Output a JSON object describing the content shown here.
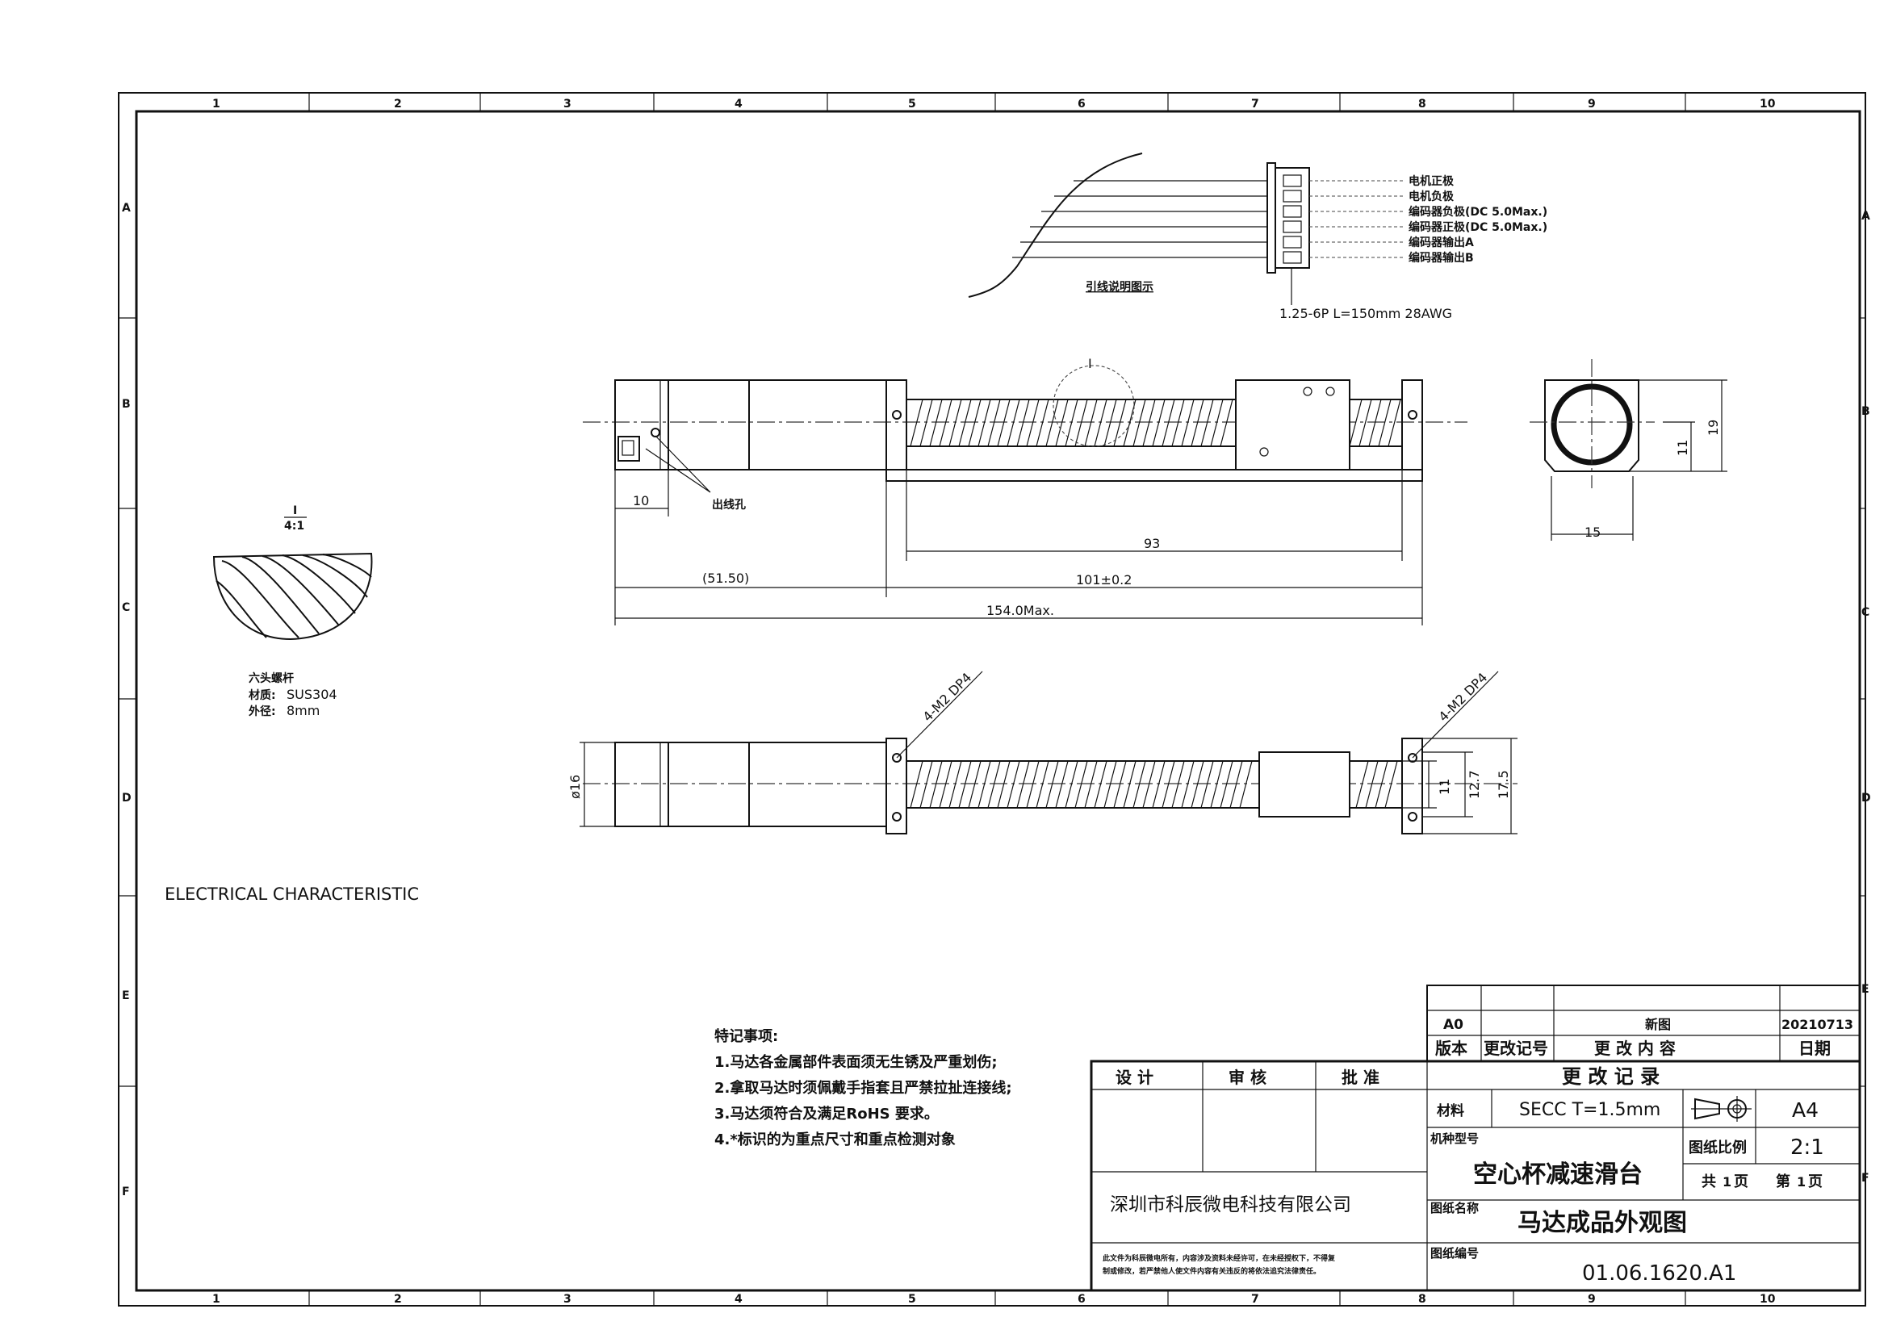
{
  "frame": {
    "columns": [
      "1",
      "2",
      "3",
      "4",
      "5",
      "6",
      "7",
      "8",
      "9",
      "10"
    ],
    "rows": [
      "A",
      "B",
      "C",
      "D",
      "E",
      "F"
    ]
  },
  "wiring": {
    "caption": "引线说明图示",
    "labels": [
      "电机正极",
      "电机负极",
      "编码器负极(DC 5.0Max.)",
      "编码器正极(DC 5.0Max.)",
      "编码器输出A",
      "编码器输出B"
    ],
    "connector_spec": "1.25-6P L=150mm 28AWG"
  },
  "top_view": {
    "detail_marker": "I",
    "outlet_label": "出线孔",
    "dims": {
      "d10": "10",
      "d93": "93",
      "d51": "(51.50)",
      "d101": "101±0.2",
      "d154": "154.0Max."
    }
  },
  "end_view": {
    "dims": {
      "d15": "15",
      "d11": "11",
      "d19": "19"
    }
  },
  "detail": {
    "title": "I",
    "scale": "4:1",
    "name": "六头螺杆",
    "material_label": "材质:",
    "material_value": "SUS304",
    "diameter_label": "外径:",
    "diameter_value": "8mm"
  },
  "front_view": {
    "callout_left": "4-M2 DP4",
    "callout_right": "4-M2 DP4",
    "dims": {
      "d16": "ø16",
      "d11": "11",
      "d127": "12.7",
      "d175": "17.5"
    }
  },
  "electrical_heading": "ELECTRICAL CHARACTERISTIC",
  "notes": {
    "title": "特记事项:",
    "items": [
      "1.马达各金属部件表面须无生锈及严重划伤;",
      "2.拿取马达时须佩戴手指套且严禁拉扯连接线;",
      "3.马达须符合及满足RoHS 要求。",
      "4.*标识的为重点尺寸和重点检测对象"
    ]
  },
  "revision": {
    "version": "A0",
    "change_desc": "新图",
    "date": "20210713",
    "header_version": "版本",
    "header_change_no": "更改记号",
    "header_content": "更 改 内 容",
    "header_date": "日期",
    "block_title": "更 改 记 录"
  },
  "title_block": {
    "design": "设 计",
    "review": "审 核",
    "approve": "批 准",
    "company": "深圳市科辰微电科技有限公司",
    "disclaimer_1": "此文件为科辰微电所有，内容涉及资料未经许可，在未经授权下，不得复",
    "disclaimer_2": "制或修改，若严禁他人使文件内容有关违反的将依法追究法律责任。",
    "material_label": "材料",
    "material_value": "SECC T=1.5mm",
    "size": "A4",
    "model_label": "机种型号",
    "model_value": "空心杯减速滑台",
    "scale_label": "图纸比例",
    "scale_value": "2:1",
    "pages_total_label": "共",
    "pages_total": "1",
    "pages_unit": "页",
    "page_no_label": "第",
    "page_no": "1",
    "page_unit": "页",
    "name_label": "图纸名称",
    "name_value": "马达成品外观图",
    "number_label": "图纸编号",
    "number_value": "01.06.1620.A1"
  }
}
